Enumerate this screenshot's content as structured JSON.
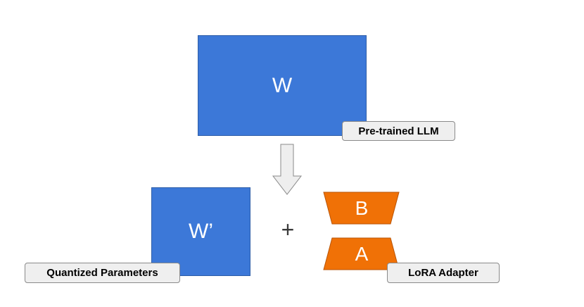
{
  "nodes": {
    "pretrained_weight": {
      "text": "W",
      "color": "#3c78d8"
    },
    "quantized_weight": {
      "text": "W’",
      "color": "#3c78d8"
    },
    "lora_b": {
      "text": "B",
      "color": "#f07106"
    },
    "lora_a": {
      "text": "A",
      "color": "#f07106"
    }
  },
  "labels": {
    "pretrained": "Pre-trained LLM",
    "quantized": "Quantized Parameters",
    "lora": "LoRA Adapter"
  },
  "operator": "+",
  "icons": {
    "arrow": "down-arrow-icon"
  }
}
